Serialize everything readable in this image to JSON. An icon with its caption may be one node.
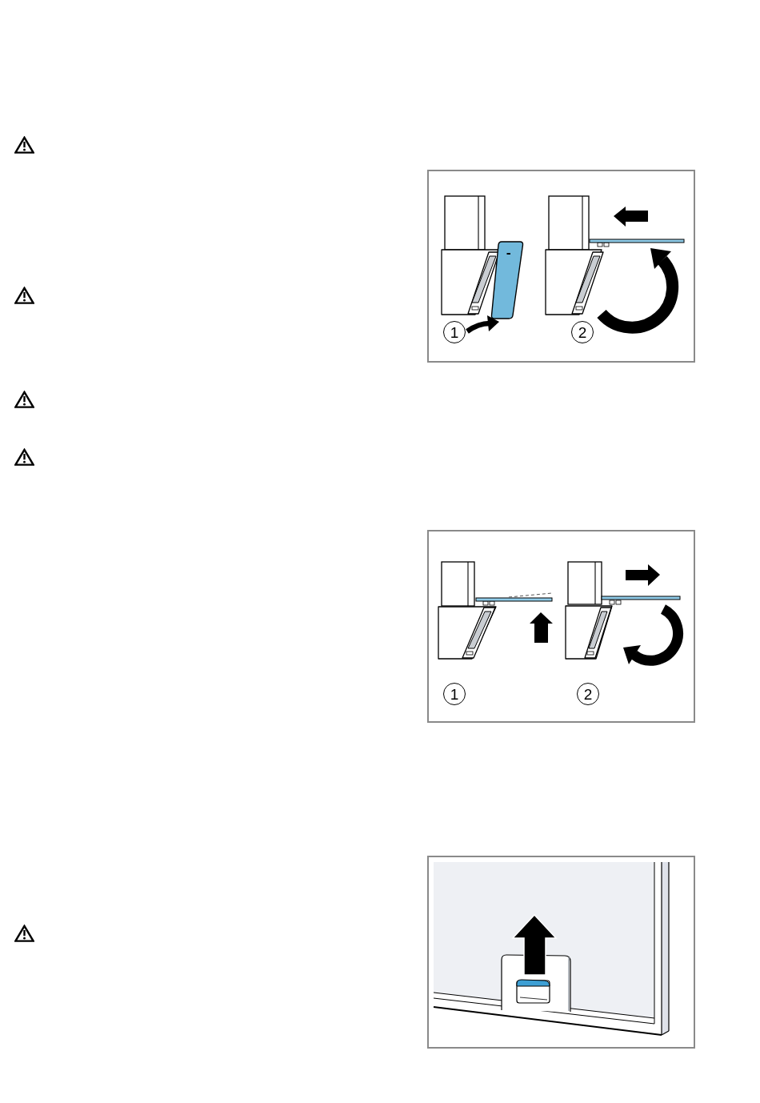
{
  "diagram": {
    "labels": [
      "1",
      "2",
      "1",
      "2"
    ]
  }
}
